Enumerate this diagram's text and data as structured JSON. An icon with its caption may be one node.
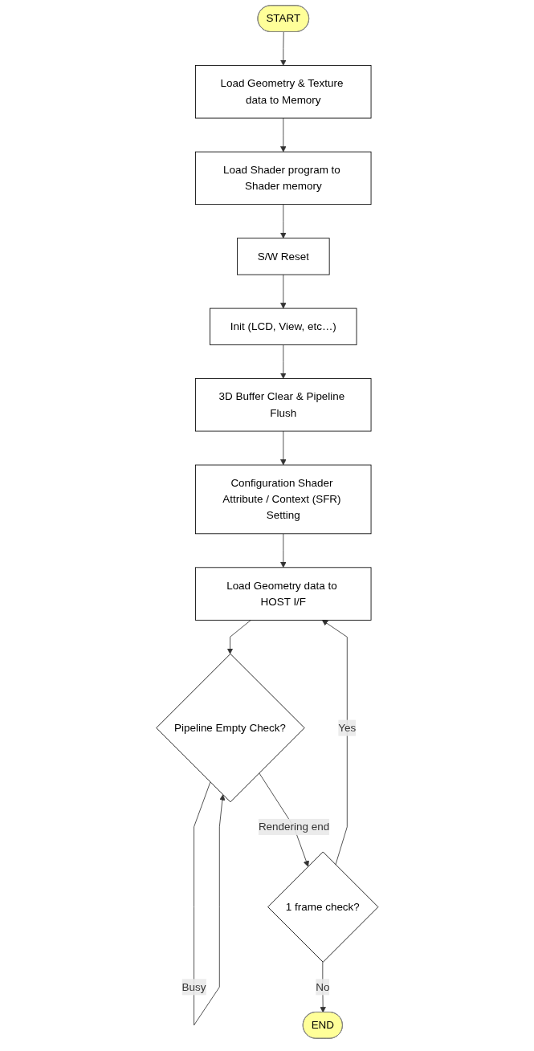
{
  "diagram": {
    "nodes": [
      {
        "text": [
          "START"
        ]
      },
      {
        "text": [
          "Load Geometry & Texture data to Memory"
        ]
      },
      {
        "text": [
          "Load Shader program to Shader memory"
        ]
      },
      {
        "text": [
          "S/W Reset"
        ]
      },
      {
        "text": [
          "Init (LCD, View, etc…)"
        ]
      },
      {
        "text": [
          "3D Buffer Clear & Pipeline Flush"
        ]
      },
      {
        "text": [
          "Configuration Shader Attribute / Context (SFR) Setting"
        ]
      },
      {
        "text": [
          "Load Geometry data to HOST I/F"
        ]
      },
      {
        "text": [
          "Pipeline Empty Check?"
        ]
      },
      {
        "text": [
          "1 frame check?"
        ]
      },
      {
        "text": [
          "END"
        ]
      }
    ],
    "edges": [
      {
        "from": 0,
        "to": 1,
        "arrow": "to"
      },
      {
        "from": 1,
        "to": 2,
        "arrow": "to"
      },
      {
        "from": 2,
        "to": 3,
        "arrow": "to"
      },
      {
        "from": 3,
        "to": 4,
        "arrow": "to"
      },
      {
        "from": 4,
        "to": 5,
        "arrow": "to"
      },
      {
        "from": 5,
        "to": 6,
        "arrow": "to"
      },
      {
        "from": 6,
        "to": 7,
        "arrow": "to"
      },
      {
        "from": 7,
        "to": 8,
        "arrow": "to"
      },
      {
        "from": 8,
        "to": 8,
        "label": "Busy",
        "arrow": "to"
      },
      {
        "from": 8,
        "to": 9,
        "label": "Rendering end",
        "arrow": "to"
      },
      {
        "from": 9,
        "to": 7,
        "label": "Yes",
        "arrow": "to"
      },
      {
        "from": 9,
        "to": 10,
        "label": "No",
        "arrow": "to"
      }
    ]
  }
}
